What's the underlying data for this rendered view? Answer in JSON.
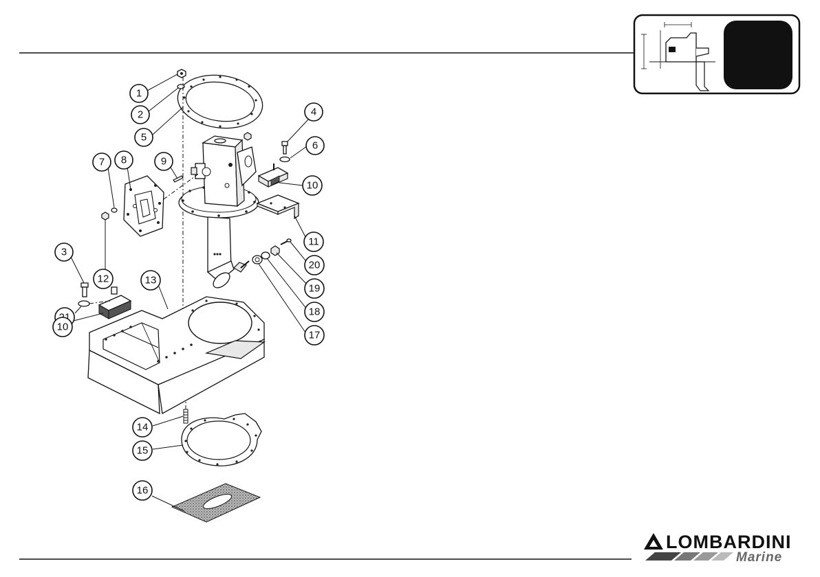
{
  "callouts": [
    {
      "num": "1"
    },
    {
      "num": "2"
    },
    {
      "num": "5"
    },
    {
      "num": "4"
    },
    {
      "num": "6"
    },
    {
      "num": "7"
    },
    {
      "num": "8"
    },
    {
      "num": "9"
    },
    {
      "num": "10"
    },
    {
      "num": "11"
    },
    {
      "num": "3"
    },
    {
      "num": "12"
    },
    {
      "num": "13"
    },
    {
      "num": "20"
    },
    {
      "num": "19"
    },
    {
      "num": "18"
    },
    {
      "num": "17"
    },
    {
      "num": "21"
    },
    {
      "num": "10"
    },
    {
      "num": "14"
    },
    {
      "num": "15"
    },
    {
      "num": "16"
    }
  ],
  "logo": {
    "main": "LOMBARDINI",
    "sub": "Marine"
  },
  "colors": {
    "ink": "#111111",
    "thumb_dark": "#111111",
    "logo_grey": "#888888"
  },
  "icons": {
    "thumbnail": "engine-section-thumbnail-icon",
    "logo_mark": "lombardini-triangle-icon"
  }
}
